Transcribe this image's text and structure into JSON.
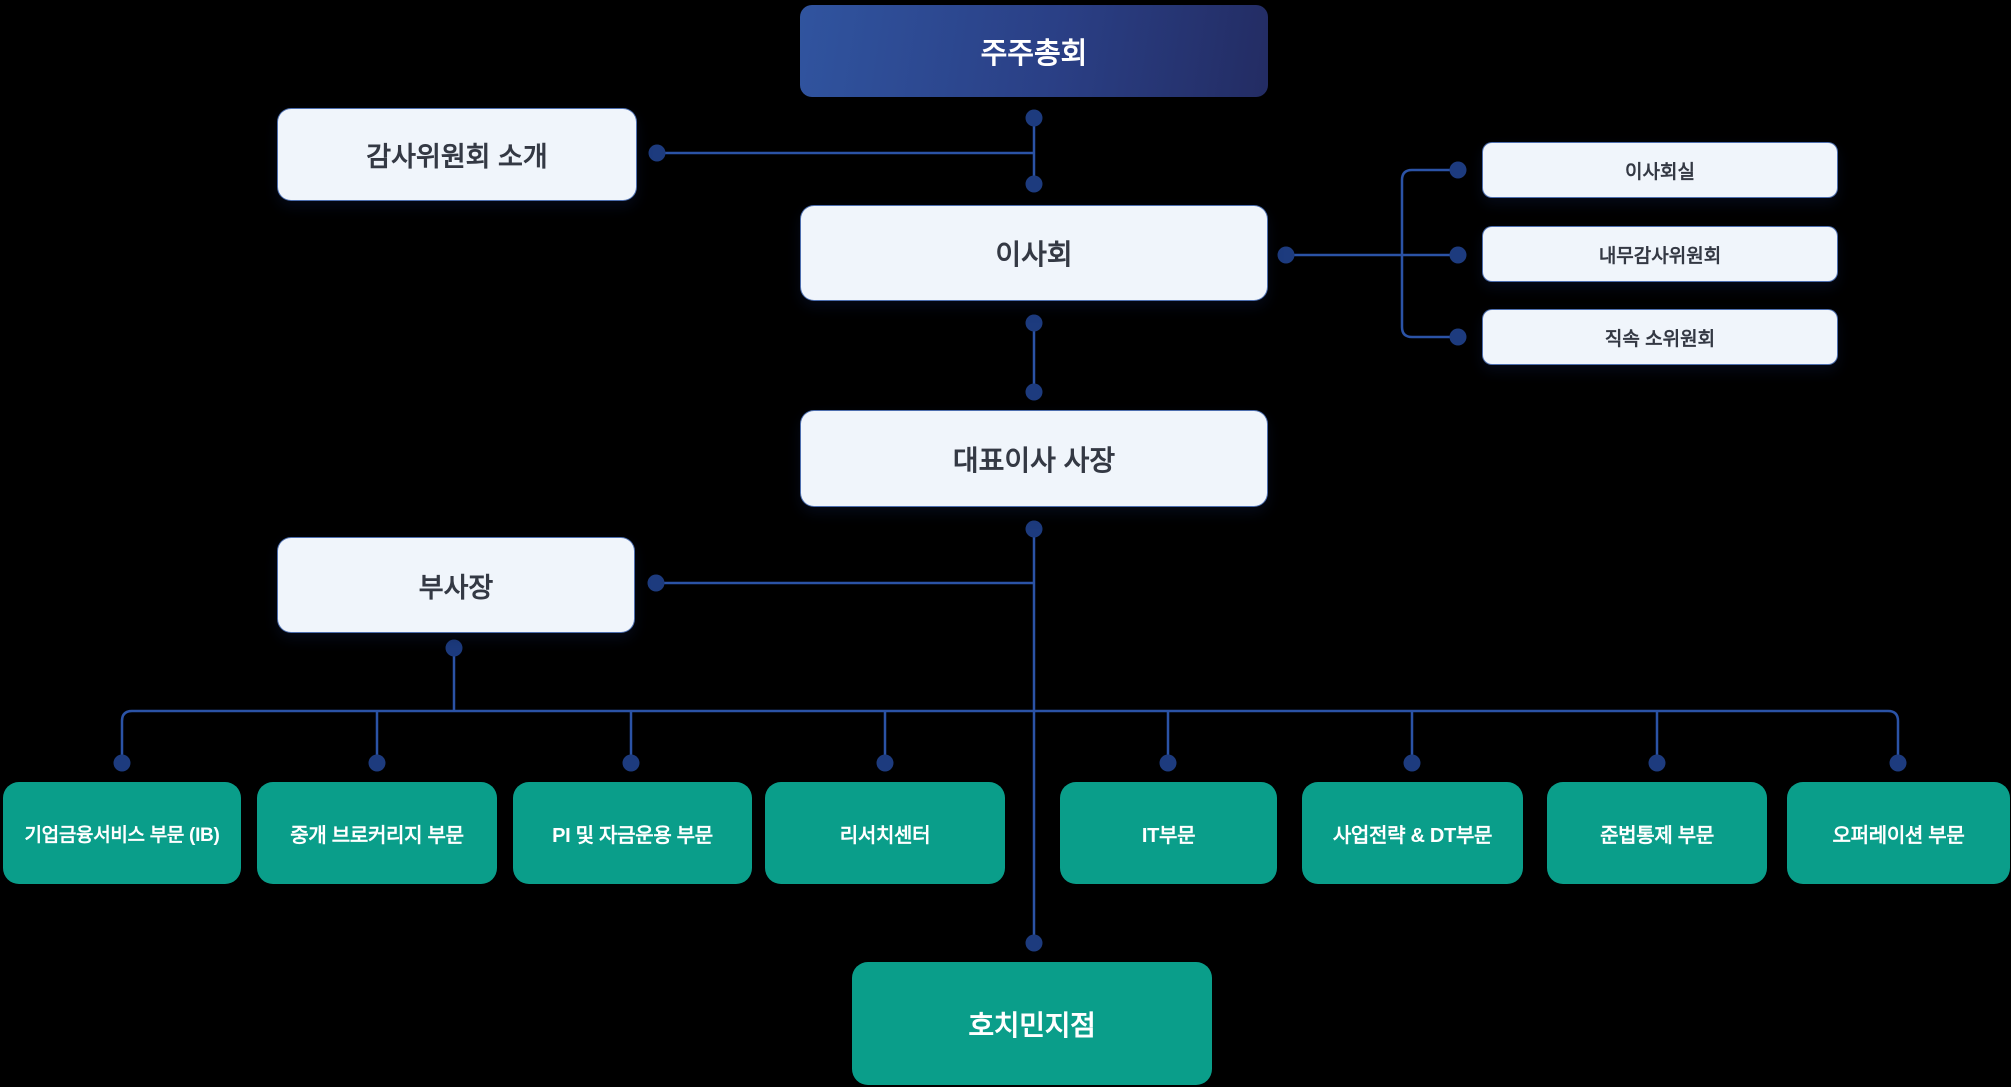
{
  "page": {
    "background_color": "#000000"
  },
  "colors": {
    "connector_line": "#2b53a6",
    "connector_dot": "#1d3b7e",
    "teal_box": "#0a9e8a",
    "root_gradient_start": "#30549f",
    "root_gradient_end": "#232c63",
    "light_box_bg": "#f0f5fb",
    "light_box_border": "#3056a0",
    "dark_text": "#343944",
    "white_text": "#ffffff"
  },
  "org_chart": {
    "root": {
      "label": "주주총회"
    },
    "audit_committee_intro": {
      "label": "감사위원회 소개"
    },
    "board": {
      "label": "이사회"
    },
    "board_side_units": [
      {
        "label": "이사회실"
      },
      {
        "label": "내무감사위원회"
      },
      {
        "label": "직속 소위원회"
      }
    ],
    "ceo": {
      "label": "대표이사 사장"
    },
    "vice_president": {
      "label": "부사장"
    },
    "divisions": [
      {
        "label": "기업금융서비스 부문 (IB)"
      },
      {
        "label": "중개 브로커리지 부문"
      },
      {
        "label": "PI 및 자금운용 부문"
      },
      {
        "label": "리서치센터"
      },
      {
        "label": "IT부문"
      },
      {
        "label": "사업전략 & DT부문"
      },
      {
        "label": "준법통제 부문"
      },
      {
        "label": "오퍼레이션 부문"
      }
    ],
    "branch": {
      "label": "호치민지점"
    }
  }
}
